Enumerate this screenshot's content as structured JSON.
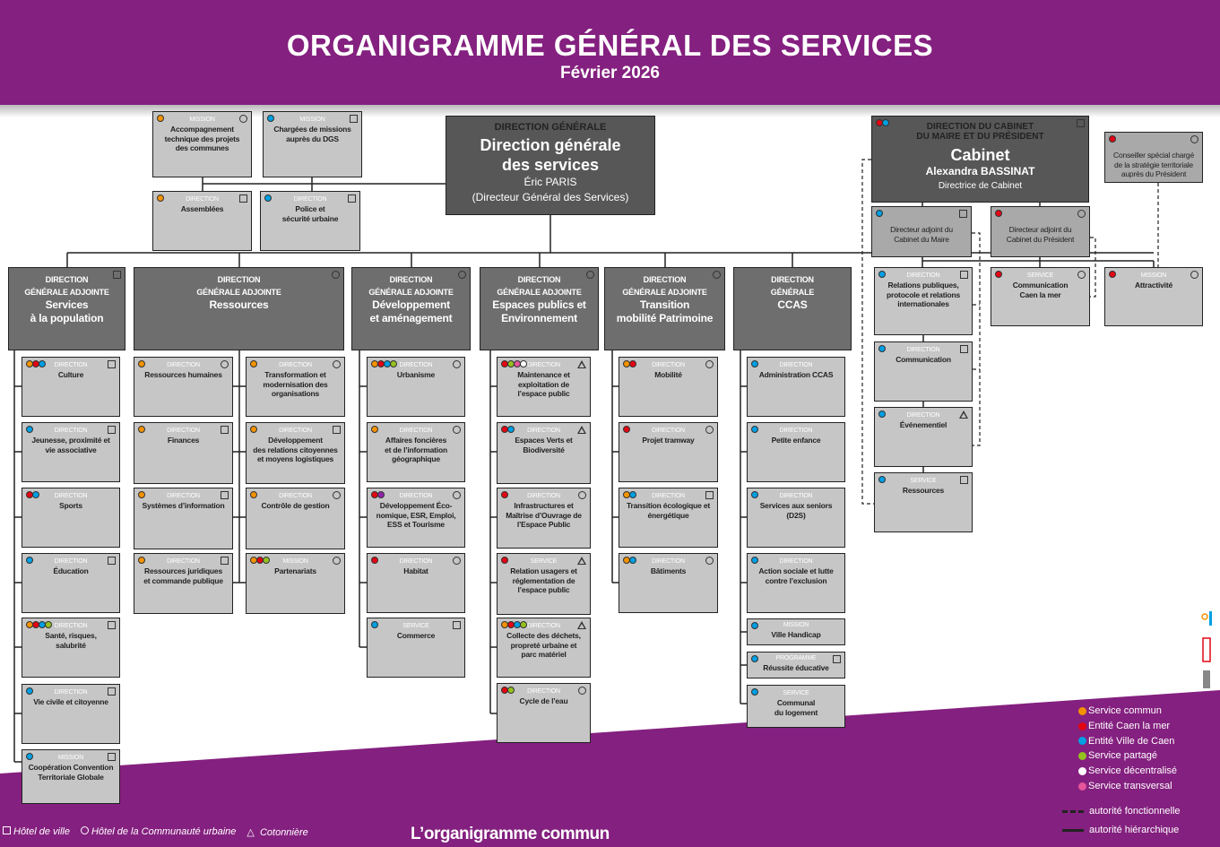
{
  "header": {
    "title": "ORGANIGRAMME GÉNÉRAL DES SERVICES",
    "subtitle": "Février 2026"
  },
  "colors": {
    "orange": "#f39200",
    "red": "#e30613",
    "blue": "#009fe3",
    "green": "#95c11f",
    "white": "#ffffff",
    "pink": "#e5559a",
    "purple": "#8e24aa",
    "brand": "#84207f"
  },
  "dg": {
    "label": "DIRECTION GÉNÉRALE",
    "title_1": "Direction générale",
    "title_2": "des services",
    "name": "Éric PARIS",
    "role": "(Directeur Général des Services)"
  },
  "cabinet": {
    "label_1": "DIRECTION DU CABINET",
    "label_2": "DU MAIRE ET DU PRÉSIDENT",
    "title": "Cabinet",
    "name": "Alexandra BASSINAT",
    "role": "Directrice de Cabinet",
    "dots": [
      "red",
      "blue"
    ],
    "site": "square"
  },
  "dga": {
    "pop": {
      "label_1": "DIRECTION",
      "label_2": "GÉNÉRALE ADJOINTE",
      "title": "Services\nà la population",
      "site": "square"
    },
    "ress": {
      "label_1": "DIRECTION",
      "label_2": "GÉNÉRALE ADJOINTE",
      "title": "Ressources",
      "site": "circle"
    },
    "dev": {
      "label_1": "DIRECTION",
      "label_2": "GÉNÉRALE ADJOINTE",
      "title": "Développement\net aménagement",
      "site": "circle"
    },
    "esp": {
      "label_1": "DIRECTION",
      "label_2": "GÉNÉRALE ADJOINTE",
      "title": "Espaces publics et\nEnvironnement",
      "site": "circle"
    },
    "trans": {
      "label_1": "DIRECTION",
      "label_2": "GÉNÉRALE ADJOINTE",
      "title": "Transition\nmobilité Patrimoine",
      "site": "circle"
    },
    "ccas": {
      "label_1": "DIRECTION",
      "label_2": "GÉNÉRALE",
      "title": "CCAS",
      "site": ""
    }
  },
  "boxes": {
    "acc": {
      "type": "MISSION",
      "title": "Accompagnement\ntechnique des projets\ndes communes",
      "dots": [
        "orange"
      ],
      "site": "circle"
    },
    "chg": {
      "type": "MISSION",
      "title": "Chargées de missions\nauprès du DGS",
      "dots": [
        "blue"
      ],
      "site": "square"
    },
    "assemb": {
      "type": "DIRECTION",
      "title": "Assemblées",
      "dots": [
        "orange"
      ],
      "site": "square"
    },
    "police": {
      "type": "DIRECTION",
      "title": "Police et\nsécurité urbaine",
      "dots": [
        "blue"
      ],
      "site": "square"
    },
    "conseiller": {
      "type": "",
      "title": "Conseiller spécial chargé\nde la stratégie territoriale\nauprès du Président",
      "dots": [
        "red"
      ],
      "site": "circle",
      "variant": "mid"
    },
    "adjMaire": {
      "type": "",
      "title": "Directeur adjoint du\nCabinet du Maire",
      "dots": [
        "blue"
      ],
      "site": "square",
      "variant": "mid"
    },
    "adjPres": {
      "type": "",
      "title": "Directeur adjoint du\nCabinet du Président",
      "dots": [
        "red"
      ],
      "site": "circle",
      "variant": "mid"
    },
    "relpub": {
      "type": "DIRECTION",
      "title": "Relations publiques,\nprotocole et relations\ninternationales",
      "dots": [
        "blue"
      ],
      "site": "square"
    },
    "commclm": {
      "type": "SERVICE",
      "title": "Communication\nCaen la mer",
      "dots": [
        "red"
      ],
      "site": "circle"
    },
    "attract": {
      "type": "MISSION",
      "title": "Attractivité",
      "dots": [
        "red"
      ],
      "site": "circle"
    },
    "communication": {
      "type": "DIRECTION",
      "title": "Communication",
      "dots": [
        "blue"
      ],
      "site": "square"
    },
    "evenement": {
      "type": "DIRECTION",
      "title": "Événementiel",
      "dots": [
        "blue"
      ],
      "site": "triangle"
    },
    "resscab": {
      "type": "SERVICE",
      "title": "Ressources",
      "dots": [
        "blue"
      ],
      "site": "square"
    },
    "culture": {
      "type": "DIRECTION",
      "title": "Culture",
      "dots": [
        "orange",
        "red",
        "blue"
      ],
      "site": "square"
    },
    "jeunesse": {
      "type": "DIRECTION",
      "title": "Jeunesse, proximité et\nvie associative",
      "dots": [
        "blue"
      ],
      "site": "square"
    },
    "sports": {
      "type": "DIRECTION",
      "title": "Sports",
      "dots": [
        "red",
        "blue"
      ],
      "site": ""
    },
    "education": {
      "type": "DIRECTION",
      "title": "Éducation",
      "dots": [
        "blue"
      ],
      "site": "square"
    },
    "sante": {
      "type": "DIRECTION",
      "title": "Santé, risques,\nsalubrité",
      "dots": [
        "orange",
        "red",
        "blue",
        "green"
      ],
      "site": "square"
    },
    "viecivile": {
      "type": "DIRECTION",
      "title": "Vie civile et citoyenne",
      "dots": [
        "blue"
      ],
      "site": "square"
    },
    "cooperation": {
      "type": "MISSION",
      "title": "Coopération Convention\nTerritoriale Globale",
      "dots": [
        "blue"
      ],
      "site": "square"
    },
    "rh": {
      "type": "DIRECTION",
      "title": "Ressources humaines",
      "dots": [
        "orange"
      ],
      "site": "circle"
    },
    "finances": {
      "type": "DIRECTION",
      "title": "Finances",
      "dots": [
        "orange"
      ],
      "site": "square"
    },
    "si": {
      "type": "DIRECTION",
      "title": "Systèmes d’information",
      "dots": [
        "orange"
      ],
      "site": "square"
    },
    "juridique": {
      "type": "DIRECTION",
      "title": "Ressources juridiques\net commande publique",
      "dots": [
        "orange"
      ],
      "site": "square"
    },
    "transfo": {
      "type": "DIRECTION",
      "title": "Transformation et\nmodernisation des\norganisations",
      "dots": [
        "orange"
      ],
      "site": "circle"
    },
    "relcit": {
      "type": "DIRECTION",
      "title": "Développement\ndes relations citoyennes\net moyens logistiques",
      "dots": [
        "orange"
      ],
      "site": "square"
    },
    "controle": {
      "type": "DIRECTION",
      "title": "Contrôle de gestion",
      "dots": [
        "orange"
      ],
      "site": "circle"
    },
    "partenariats": {
      "type": "MISSION",
      "title": "Partenariats",
      "dots": [
        "orange",
        "red",
        "green"
      ],
      "site": "circle"
    },
    "urbanisme": {
      "type": "DIRECTION",
      "title": "Urbanisme",
      "dots": [
        "orange",
        "red",
        "blue",
        "green"
      ],
      "site": "circle"
    },
    "foncier": {
      "type": "DIRECTION",
      "title": "Affaires foncières\net de l’information\ngéographique",
      "dots": [
        "orange"
      ],
      "site": "circle"
    },
    "deveco": {
      "type": "DIRECTION",
      "title": "Développement Éco-\nnomique, ESR, Emploi,\nESS et Tourisme",
      "dots": [
        "red",
        "purple"
      ],
      "site": "circle"
    },
    "habitat": {
      "type": "DIRECTION",
      "title": "Habitat",
      "dots": [
        "red"
      ],
      "site": "circle"
    },
    "commerce": {
      "type": "SERVICE",
      "title": "Commerce",
      "dots": [
        "blue"
      ],
      "site": "square"
    },
    "maintenance": {
      "type": "DIRECTION",
      "title": "Maintenance et\nexploitation de\nl’espace public",
      "dots": [
        "red",
        "green",
        "pink",
        "white"
      ],
      "site": "triangle"
    },
    "espverts": {
      "type": "DIRECTION",
      "title": "Espaces Verts et\nBiodiversité",
      "dots": [
        "red",
        "blue"
      ],
      "site": "triangle"
    },
    "infra": {
      "type": "DIRECTION",
      "title": "Infrastructures et\nMaîtrise d’Ouvrage de\nl’Espace Public",
      "dots": [
        "red"
      ],
      "site": "circle"
    },
    "usagers": {
      "type": "SERVICE",
      "title": "Relation usagers et\nréglementation de\nl’espace public",
      "dots": [
        "red"
      ],
      "site": "triangle"
    },
    "dechets": {
      "type": "DIRECTION",
      "title": "Collecte des déchets,\npropreté urbaine et\nparc matériel",
      "dots": [
        "orange",
        "red",
        "blue",
        "green"
      ],
      "site": "triangle"
    },
    "eau": {
      "type": "DIRECTION",
      "title": "Cycle de l’eau",
      "dots": [
        "red",
        "green"
      ],
      "site": "circle"
    },
    "mobilite": {
      "type": "DIRECTION",
      "title": "Mobilité",
      "dots": [
        "orange",
        "red"
      ],
      "site": "circle"
    },
    "tramway": {
      "type": "DIRECTION",
      "title": "Projet tramway",
      "dots": [
        "red"
      ],
      "site": "circle"
    },
    "transeco": {
      "type": "DIRECTION",
      "title": "Transition écologique et\nénergétique",
      "dots": [
        "orange",
        "blue"
      ],
      "site": "square"
    },
    "batiments": {
      "type": "DIRECTION",
      "title": "Bâtiments",
      "dots": [
        "orange",
        "blue"
      ],
      "site": "circle"
    },
    "adminccas": {
      "type": "DIRECTION",
      "title": "Administration CCAS",
      "dots": [
        "blue"
      ],
      "site": ""
    },
    "petiteenf": {
      "type": "DIRECTION",
      "title": "Petite enfance",
      "dots": [
        "blue"
      ],
      "site": ""
    },
    "seniors": {
      "type": "DIRECTION",
      "title": "Services aux seniors\n(D2S)",
      "dots": [
        "blue"
      ],
      "site": ""
    },
    "actionsoc": {
      "type": "DIRECTION",
      "title": "Action sociale et lutte\ncontre l’exclusion",
      "dots": [
        "blue"
      ],
      "site": ""
    },
    "handicap": {
      "type": "MISSION",
      "title": "Ville Handicap",
      "dots": [
        "blue"
      ],
      "site": ""
    },
    "reussite": {
      "type": "PROGRAMME",
      "title": "Réussite éducative",
      "dots": [
        "blue"
      ],
      "site": "square"
    },
    "logement": {
      "type": "SERVICE",
      "title": "Communal\ndu logement",
      "dots": [
        "blue"
      ],
      "site": ""
    }
  },
  "legend": {
    "entities": [
      {
        "label": "Service commun",
        "color": "orange"
      },
      {
        "label": "Entité Caen la mer",
        "color": "red"
      },
      {
        "label": "Entité Ville de Caen",
        "color": "blue"
      },
      {
        "label": "Service partagé",
        "color": "green"
      },
      {
        "label": "Service décentralisé",
        "color": "white"
      },
      {
        "label": "Service transversal",
        "color": "pink"
      }
    ],
    "functional": "autorité fonctionnelle",
    "hierarchical": "autorité hiérarchique"
  },
  "sites": {
    "square": "Hôtel de ville",
    "circle": "Hôtel de la Communauté urbaine",
    "triangle": "Cotonnière",
    "triangle_glyph": "△"
  },
  "footer": "L’organigramme commun"
}
